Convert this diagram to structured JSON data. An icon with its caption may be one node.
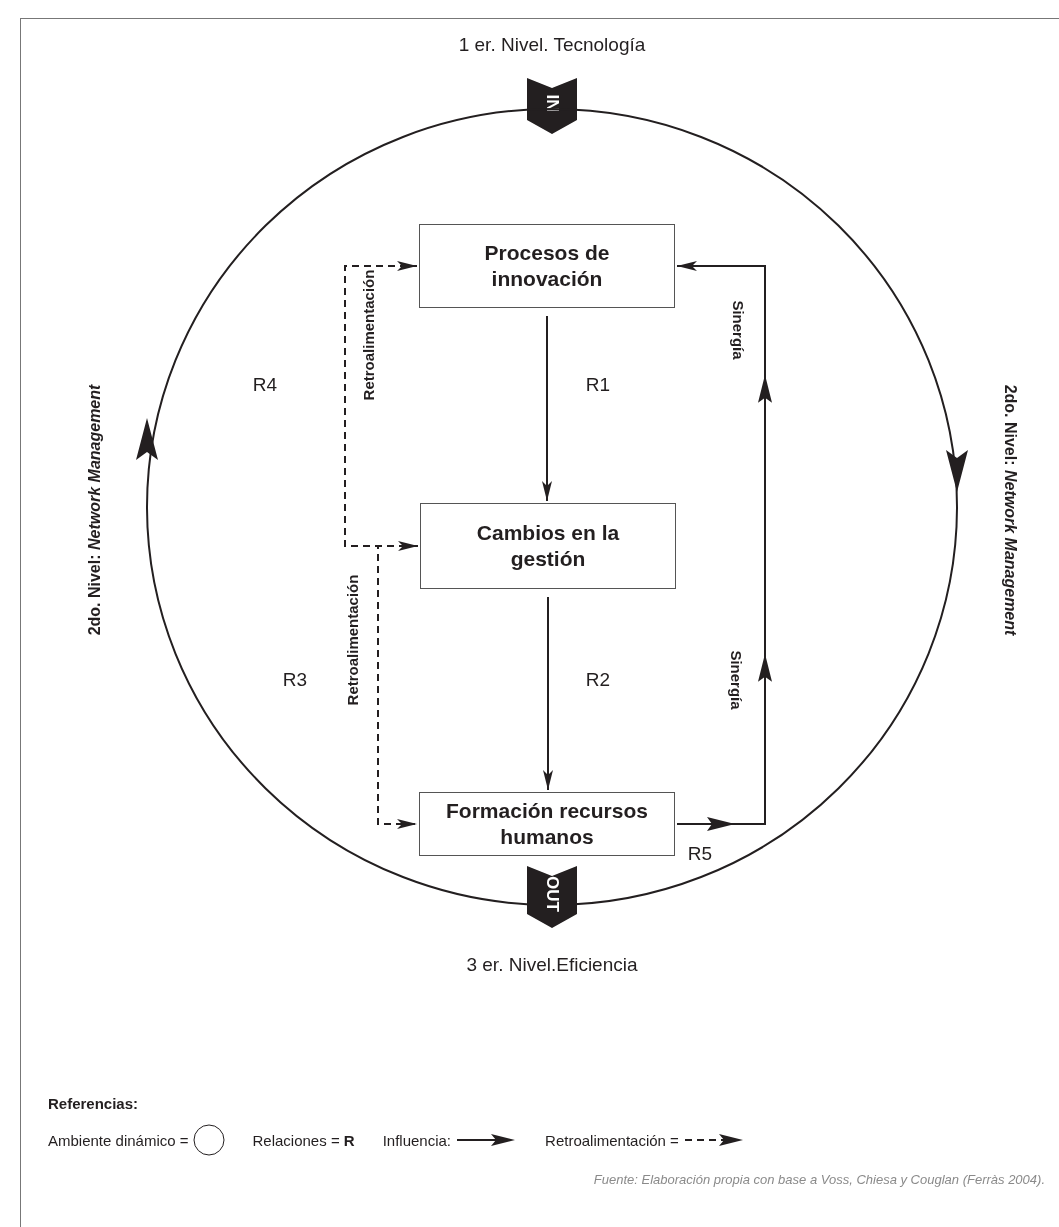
{
  "diagram": {
    "caption": "Fuente: Elaboración propia con base a Voss, Chiesa y Couglan (Ferràs 2004).",
    "nodes": [
      {
        "text": [
          "IN"
        ]
      },
      {
        "text": [],
        "shape": "circle"
      },
      {
        "text": [
          "Procesos de innovación"
        ],
        "in": 1
      },
      {
        "text": [
          "Cambios en la gestión"
        ],
        "in": 1
      },
      {
        "text": [
          "Formación recursos humanos"
        ],
        "in": 1
      },
      {
        "text": [
          "OUT"
        ]
      }
    ],
    "edges": [
      {
        "from": 2,
        "to": 3,
        "arrow": "to"
      },
      {
        "from": 3,
        "to": 4,
        "arrow": "to"
      },
      {
        "from": 3,
        "to": 2,
        "arrow": "both",
        "style": "dashed",
        "label": "Retroalimentación"
      },
      {
        "from": 3,
        "to": 4,
        "arrow": "to",
        "style": "dashed",
        "label": "Retroalimentación"
      },
      {
        "from": 4,
        "to": 2,
        "arrow": "to",
        "label": "Sinergía"
      }
    ],
    "labels": [
      "1 er. Nivel. Tecnología",
      "2do. Nivel: *Network Management*",
      "R4",
      "R1",
      "2do. Nivel: *Network Management*",
      "R3",
      "R2",
      "Sinergía",
      "R5",
      "3 er. Nivel.Eficiencia",
      "Referencias:"
    ],
    "legend": [
      {
        "text": "Ambiente dinámico ="
      },
      {
        "text": "Relaciones = **R**"
      },
      {
        "text": "Influencia:"
      },
      {
        "text": "Retroalimentación ="
      }
    ]
  }
}
